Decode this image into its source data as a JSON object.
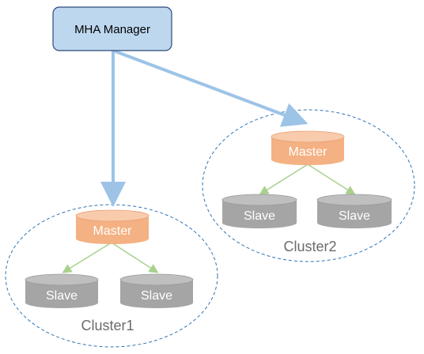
{
  "manager": {
    "label": "MHA Manager"
  },
  "clusters": [
    {
      "name": "Cluster1",
      "master_label": "Master",
      "slaves": [
        "Slave",
        "Slave"
      ]
    },
    {
      "name": "Cluster2",
      "master_label": "Master",
      "slaves": [
        "Slave",
        "Slave"
      ]
    }
  ],
  "colors": {
    "manager_fill": "#bdd7ee",
    "manager_stroke": "#2e4a7a",
    "master_fill": "#f4b183",
    "master_top": "#f8cbad",
    "slave_fill": "#a5a5a5",
    "slave_top": "#bfbfbf",
    "arrow_blue": "#9dc3e6",
    "arrow_green": "#a9d18e",
    "cluster_border": "#2e75b6"
  }
}
